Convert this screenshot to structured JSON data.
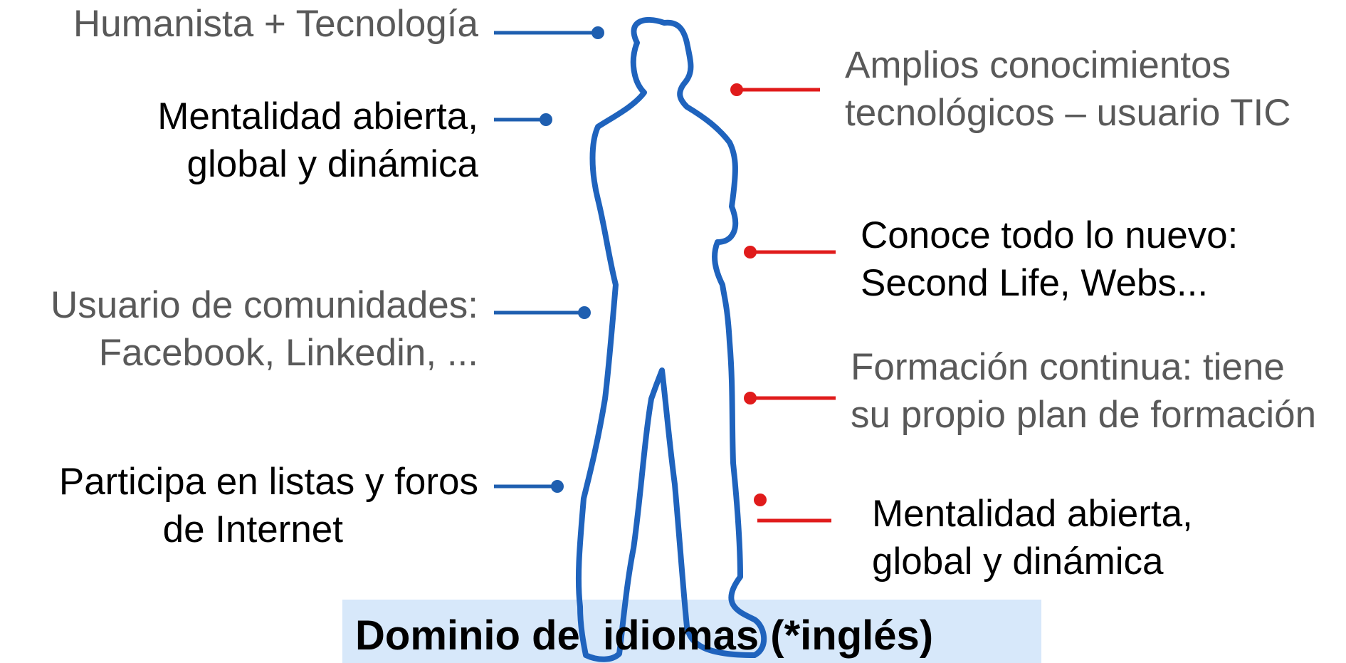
{
  "colors": {
    "figure_outline": "#1f63bd",
    "left_connector": "#1f5fb0",
    "right_connector": "#e01b1b",
    "gray_text": "#595959",
    "black_text": "#000000",
    "footer_band": "#d7e8fa"
  },
  "left_labels": [
    {
      "lines": [
        "Humanista + Tecnología"
      ],
      "color": "gray"
    },
    {
      "lines": [
        "Mentalidad abierta,",
        "global y dinámica"
      ],
      "color": "black"
    },
    {
      "lines": [
        "Usuario de comunidades:",
        "Facebook, Linkedin, ..."
      ],
      "color": "gray"
    },
    {
      "lines": [
        "Participa en listas y foros",
        "de Internet"
      ],
      "color": "black"
    }
  ],
  "right_labels": [
    {
      "lines": [
        "Amplios conocimientos",
        "tecnológicos – usuario TIC"
      ],
      "color": "gray"
    },
    {
      "lines": [
        "Conoce todo lo nuevo:",
        "Second Life, Webs..."
      ],
      "color": "black"
    },
    {
      "lines": [
        "Formación continua: tiene",
        "su propio plan de formación"
      ],
      "color": "gray"
    },
    {
      "lines": [
        "Mentalidad abierta,",
        "global y dinámica"
      ],
      "color": "black"
    }
  ],
  "footer": {
    "text": "Dominio de  idiomas (*inglés)"
  }
}
